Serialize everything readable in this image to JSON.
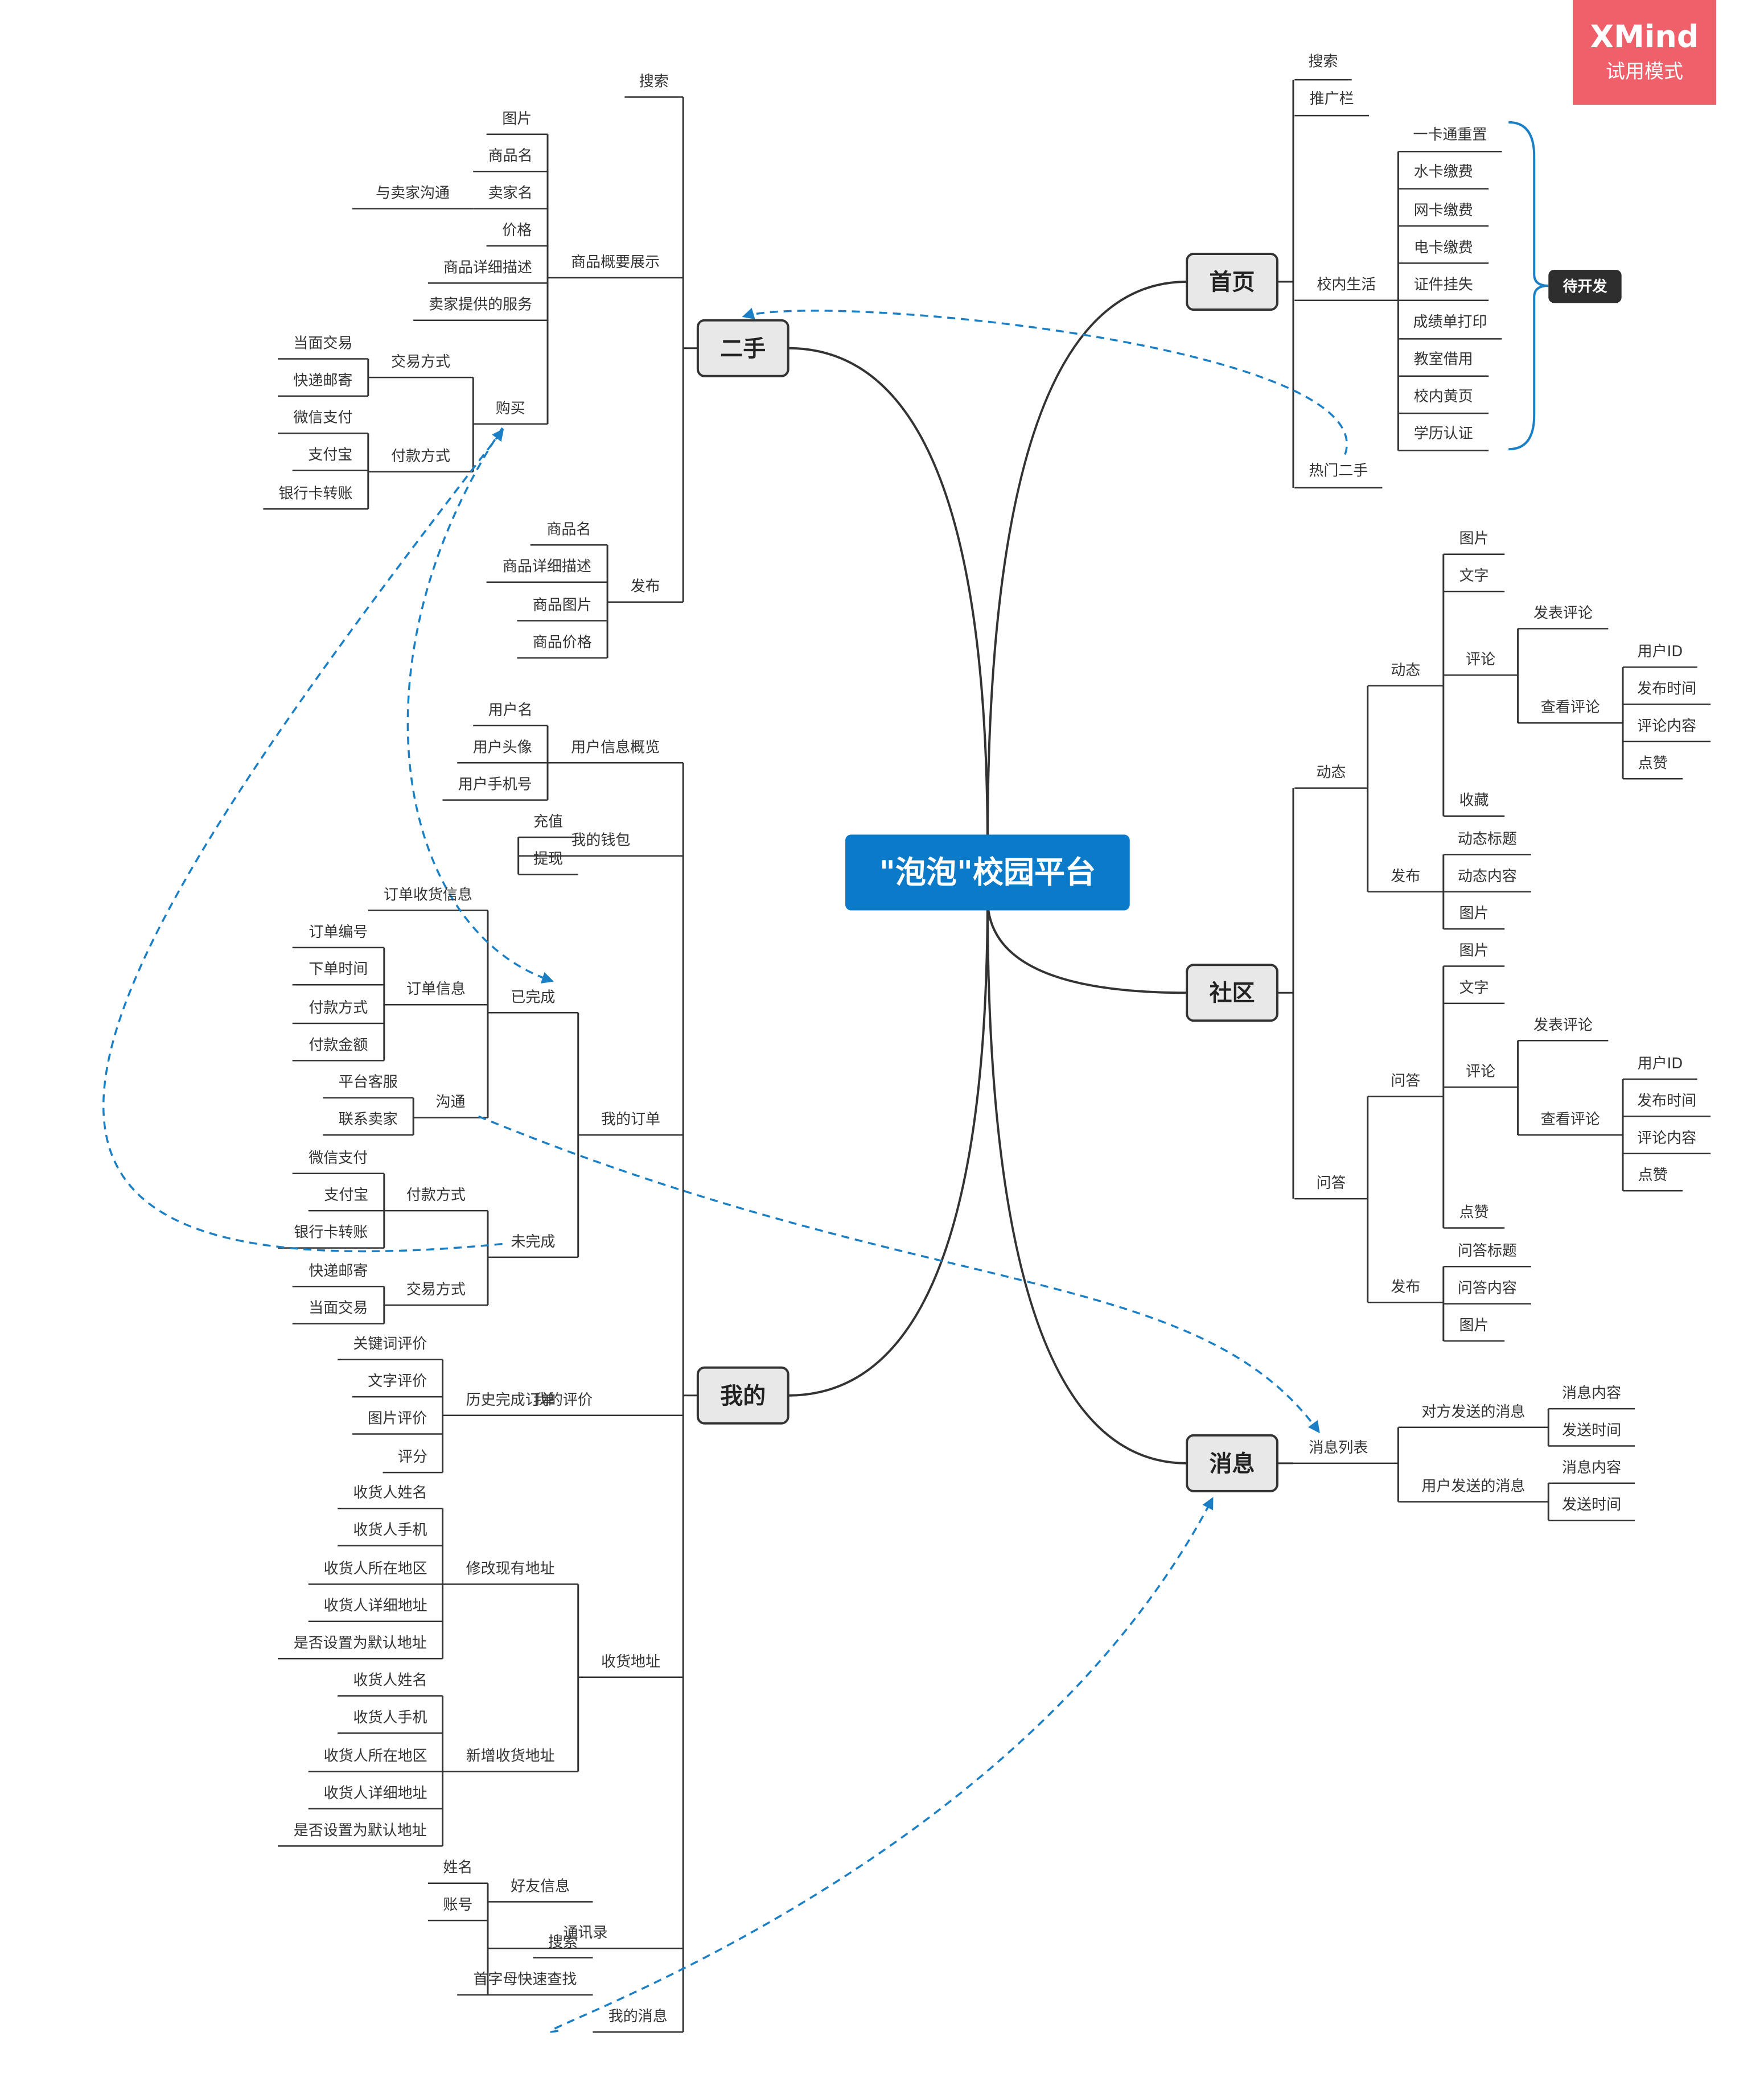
{
  "root": "\"泡泡\"校园平台",
  "watermark": {
    "brand": "XMind",
    "mode": "试用模式"
  },
  "summary_label": "待开发",
  "colors": {
    "root_bg": "#0b7ac9",
    "main_bg": "#e8e8e8",
    "line": "#333333",
    "relation": "#1a7fc4",
    "watermark": "#f0606a",
    "summary_bg": "#2e2e2e"
  },
  "branches": {
    "home": {
      "title": "首页",
      "nodes": [
        {
          "id": "h_search",
          "t": "搜索"
        },
        {
          "id": "h_promo",
          "t": "推广栏"
        },
        {
          "id": "h_life",
          "t": "校内生活",
          "children": [
            {
              "id": "h_l1",
              "t": "一卡通重置"
            },
            {
              "id": "h_l2",
              "t": "水卡缴费"
            },
            {
              "id": "h_l3",
              "t": "网卡缴费"
            },
            {
              "id": "h_l4",
              "t": "电卡缴费"
            },
            {
              "id": "h_l5",
              "t": "证件挂失"
            },
            {
              "id": "h_l6",
              "t": "成绩单打印"
            },
            {
              "id": "h_l7",
              "t": "教室借用"
            },
            {
              "id": "h_l8",
              "t": "校内黄页"
            },
            {
              "id": "h_l9",
              "t": "学历认证"
            }
          ]
        },
        {
          "id": "h_hot",
          "t": "热门二手"
        }
      ]
    },
    "secondhand": {
      "title": "二手",
      "nodes": [
        {
          "id": "s_search",
          "t": "搜索"
        },
        {
          "id": "s_overview",
          "t": "商品概要展示",
          "children": [
            {
              "id": "s_o_img",
              "t": "图片"
            },
            {
              "id": "s_o_name",
              "t": "商品名"
            },
            {
              "id": "s_o_seller",
              "t": "卖家名",
              "children": [
                {
                  "id": "s_o_chat",
                  "t": "与卖家沟通"
                }
              ]
            },
            {
              "id": "s_o_price",
              "t": "价格"
            },
            {
              "id": "s_o_desc",
              "t": "商品详细描述"
            },
            {
              "id": "s_o_service",
              "t": "卖家提供的服务"
            },
            {
              "id": "s_buy",
              "t": "购买",
              "children": [
                {
                  "id": "s_b_trade",
                  "t": "交易方式",
                  "children": [
                    {
                      "id": "s_b_t1",
                      "t": "当面交易"
                    },
                    {
                      "id": "s_b_t2",
                      "t": "快递邮寄"
                    }
                  ]
                },
                {
                  "id": "s_b_pay",
                  "t": "付款方式",
                  "children": [
                    {
                      "id": "s_b_p1",
                      "t": "微信支付"
                    },
                    {
                      "id": "s_b_p2",
                      "t": "支付宝"
                    },
                    {
                      "id": "s_b_p3",
                      "t": "银行卡转账"
                    }
                  ]
                }
              ]
            }
          ]
        },
        {
          "id": "s_publish",
          "t": "发布",
          "children": [
            {
              "id": "s_p1",
              "t": "商品名"
            },
            {
              "id": "s_p2",
              "t": "商品详细描述"
            },
            {
              "id": "s_p3",
              "t": "商品图片"
            },
            {
              "id": "s_p4",
              "t": "商品价格"
            }
          ]
        }
      ]
    },
    "community": {
      "title": "社区",
      "nodes": [
        {
          "id": "c_dyn",
          "t": "动态",
          "children": [
            {
              "id": "c_d_dyn",
              "t": "动态",
              "children": [
                {
                  "id": "c_dd_img",
                  "t": "图片"
                },
                {
                  "id": "c_dd_txt",
                  "t": "文字"
                },
                {
                  "id": "c_dd_cmt",
                  "t": "评论",
                  "children": [
                    {
                      "id": "c_dd_post",
                      "t": "发表评论"
                    },
                    {
                      "id": "c_dd_view",
                      "t": "查看评论",
                      "children": [
                        {
                          "id": "c_dd_v1",
                          "t": "用户ID"
                        },
                        {
                          "id": "c_dd_v2",
                          "t": "发布时间"
                        },
                        {
                          "id": "c_dd_v3",
                          "t": "评论内容"
                        },
                        {
                          "id": "c_dd_v4",
                          "t": "点赞"
                        }
                      ]
                    }
                  ]
                },
                {
                  "id": "c_dd_fav",
                  "t": "收藏"
                }
              ]
            },
            {
              "id": "c_d_pub",
              "t": "发布",
              "children": [
                {
                  "id": "c_dp1",
                  "t": "动态标题"
                },
                {
                  "id": "c_dp2",
                  "t": "动态内容"
                },
                {
                  "id": "c_dp3",
                  "t": "图片"
                }
              ]
            }
          ]
        },
        {
          "id": "c_qa",
          "t": "问答",
          "children": [
            {
              "id": "c_q_qa",
              "t": "问答",
              "children": [
                {
                  "id": "c_qq_img",
                  "t": "图片"
                },
                {
                  "id": "c_qq_txt",
                  "t": "文字"
                },
                {
                  "id": "c_qq_cmt",
                  "t": "评论",
                  "children": [
                    {
                      "id": "c_qq_post",
                      "t": "发表评论"
                    },
                    {
                      "id": "c_qq_view",
                      "t": "查看评论",
                      "children": [
                        {
                          "id": "c_qq_v1",
                          "t": "用户ID"
                        },
                        {
                          "id": "c_qq_v2",
                          "t": "发布时间"
                        },
                        {
                          "id": "c_qq_v3",
                          "t": "评论内容"
                        },
                        {
                          "id": "c_qq_v4",
                          "t": "点赞"
                        }
                      ]
                    }
                  ]
                },
                {
                  "id": "c_qq_like",
                  "t": "点赞"
                }
              ]
            },
            {
              "id": "c_q_pub",
              "t": "发布",
              "children": [
                {
                  "id": "c_qp1",
                  "t": "问答标题"
                },
                {
                  "id": "c_qp2",
                  "t": "问答内容"
                },
                {
                  "id": "c_qp3",
                  "t": "图片"
                }
              ]
            }
          ]
        }
      ]
    },
    "messages": {
      "title": "消息",
      "nodes": [
        {
          "id": "m_list",
          "t": "消息列表",
          "children": [
            {
              "id": "m_other",
              "t": "对方发送的消息",
              "children": [
                {
                  "id": "m_o1",
                  "t": "消息内容"
                },
                {
                  "id": "m_o2",
                  "t": "发送时间"
                }
              ]
            },
            {
              "id": "m_user",
              "t": "用户发送的消息",
              "children": [
                {
                  "id": "m_u1",
                  "t": "消息内容"
                },
                {
                  "id": "m_u2",
                  "t": "发送时间"
                }
              ]
            }
          ]
        }
      ]
    },
    "mine": {
      "title": "我的",
      "nodes": [
        {
          "id": "y_info",
          "t": "用户信息概览",
          "children": [
            {
              "id": "y_i1",
              "t": "用户名"
            },
            {
              "id": "y_i2",
              "t": "用户头像"
            },
            {
              "id": "y_i3",
              "t": "用户手机号"
            }
          ]
        },
        {
          "id": "y_wallet",
          "t": "我的钱包",
          "children": [
            {
              "id": "y_w1",
              "t": "充值"
            },
            {
              "id": "y_w2",
              "t": "提现"
            }
          ]
        },
        {
          "id": "y_orders",
          "t": "我的订单",
          "children": [
            {
              "id": "y_done",
              "t": "已完成",
              "children": [
                {
                  "id": "y_d_addr",
                  "t": "订单收货信息"
                },
                {
                  "id": "y_d_info",
                  "t": "订单信息",
                  "children": [
                    {
                      "id": "y_di1",
                      "t": "订单编号"
                    },
                    {
                      "id": "y_di2",
                      "t": "下单时间"
                    },
                    {
                      "id": "y_di3",
                      "t": "付款方式"
                    },
                    {
                      "id": "y_di4",
                      "t": "付款金额"
                    }
                  ]
                },
                {
                  "id": "y_d_comm",
                  "t": "沟通",
                  "children": [
                    {
                      "id": "y_dc1",
                      "t": "平台客服"
                    },
                    {
                      "id": "y_dc2",
                      "t": "联系卖家"
                    }
                  ]
                }
              ]
            },
            {
              "id": "y_undone",
              "t": "未完成",
              "children": [
                {
                  "id": "y_u_pay",
                  "t": "付款方式",
                  "children": [
                    {
                      "id": "y_up1",
                      "t": "微信支付"
                    },
                    {
                      "id": "y_up2",
                      "t": "支付宝"
                    },
                    {
                      "id": "y_up3",
                      "t": "银行卡转账"
                    }
                  ]
                },
                {
                  "id": "y_u_trade",
                  "t": "交易方式",
                  "children": [
                    {
                      "id": "y_ut1",
                      "t": "快递邮寄"
                    },
                    {
                      "id": "y_ut2",
                      "t": "当面交易"
                    }
                  ]
                }
              ]
            }
          ]
        },
        {
          "id": "y_eval",
          "t": "我的评价",
          "children": [
            {
              "id": "y_hist",
              "t": "历史完成订单",
              "children": [
                {
                  "id": "y_h1",
                  "t": "关键词评价"
                },
                {
                  "id": "y_h2",
                  "t": "文字评价"
                },
                {
                  "id": "y_h3",
                  "t": "图片评价"
                },
                {
                  "id": "y_h4",
                  "t": "评分"
                }
              ]
            }
          ]
        },
        {
          "id": "y_addr",
          "t": "收货地址",
          "children": [
            {
              "id": "y_mod",
              "t": "修改现有地址",
              "children": [
                {
                  "id": "y_m1",
                  "t": "收货人姓名"
                },
                {
                  "id": "y_m2",
                  "t": "收货人手机"
                },
                {
                  "id": "y_m3",
                  "t": "收货人所在地区"
                },
                {
                  "id": "y_m4",
                  "t": "收货人详细地址"
                },
                {
                  "id": "y_m5",
                  "t": "是否设置为默认地址"
                }
              ]
            },
            {
              "id": "y_new",
              "t": "新增收货地址",
              "children": [
                {
                  "id": "y_n1",
                  "t": "收货人姓名"
                },
                {
                  "id": "y_n2",
                  "t": "收货人手机"
                },
                {
                  "id": "y_n3",
                  "t": "收货人所在地区"
                },
                {
                  "id": "y_n4",
                  "t": "收货人详细地址"
                },
                {
                  "id": "y_n5",
                  "t": "是否设置为默认地址"
                }
              ]
            }
          ]
        },
        {
          "id": "y_contacts",
          "t": "通讯录",
          "children": [
            {
              "id": "y_friend",
              "t": "好友信息",
              "children": [
                {
                  "id": "y_f1",
                  "t": "姓名"
                },
                {
                  "id": "y_f2",
                  "t": "账号"
                }
              ]
            },
            {
              "id": "y_c_search",
              "t": "搜索"
            },
            {
              "id": "y_c_index",
              "t": "首字母快速查找"
            }
          ]
        },
        {
          "id": "y_msgs",
          "t": "我的消息"
        }
      ]
    }
  }
}
